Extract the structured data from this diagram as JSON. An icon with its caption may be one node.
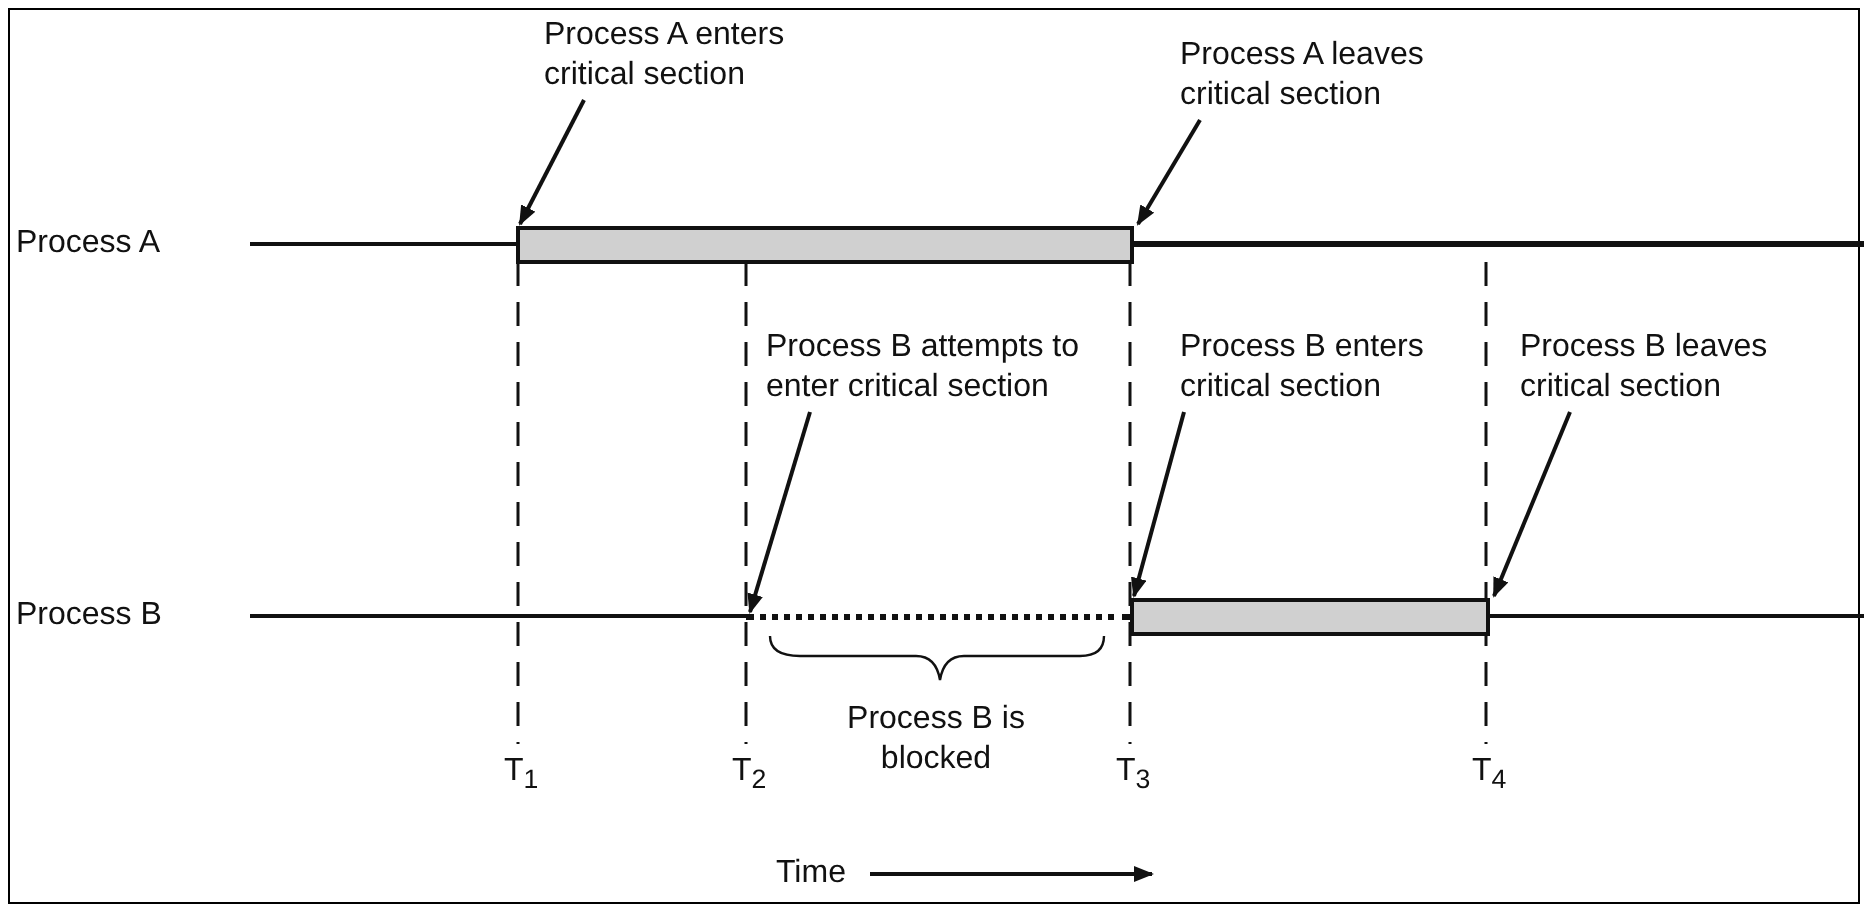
{
  "diagram": {
    "nodes": [
      {
        "text": [
          "Process A enters critical section"
        ]
      },
      {
        "text": [
          "Process A leaves critical section"
        ]
      },
      {
        "text": [
          "Process B attempts to enter critical section"
        ]
      },
      {
        "text": [
          "Process B enters critical section"
        ]
      },
      {
        "text": [
          "Process B leaves critical section"
        ]
      },
      {
        "text": [],
        "shape": "bar"
      },
      {
        "text": [],
        "shape": "bar"
      },
      {
        "text": [],
        "shape": "line"
      }
    ],
    "edges": [
      {
        "from": 0,
        "to": 5,
        "arrow": "to"
      },
      {
        "from": 1,
        "to": 5,
        "arrow": "to"
      },
      {
        "from": 2,
        "to": 7,
        "arrow": "to"
      },
      {
        "from": 3,
        "to": 6,
        "arrow": "to"
      },
      {
        "from": 4,
        "to": 6,
        "arrow": "to"
      }
    ],
    "labels": [
      "Process A",
      "Process B",
      "Process B is blocked",
      "T$_{1}$",
      "T$_{2}$",
      "T$_{3}$",
      "T$_{4}$",
      "Time"
    ]
  }
}
